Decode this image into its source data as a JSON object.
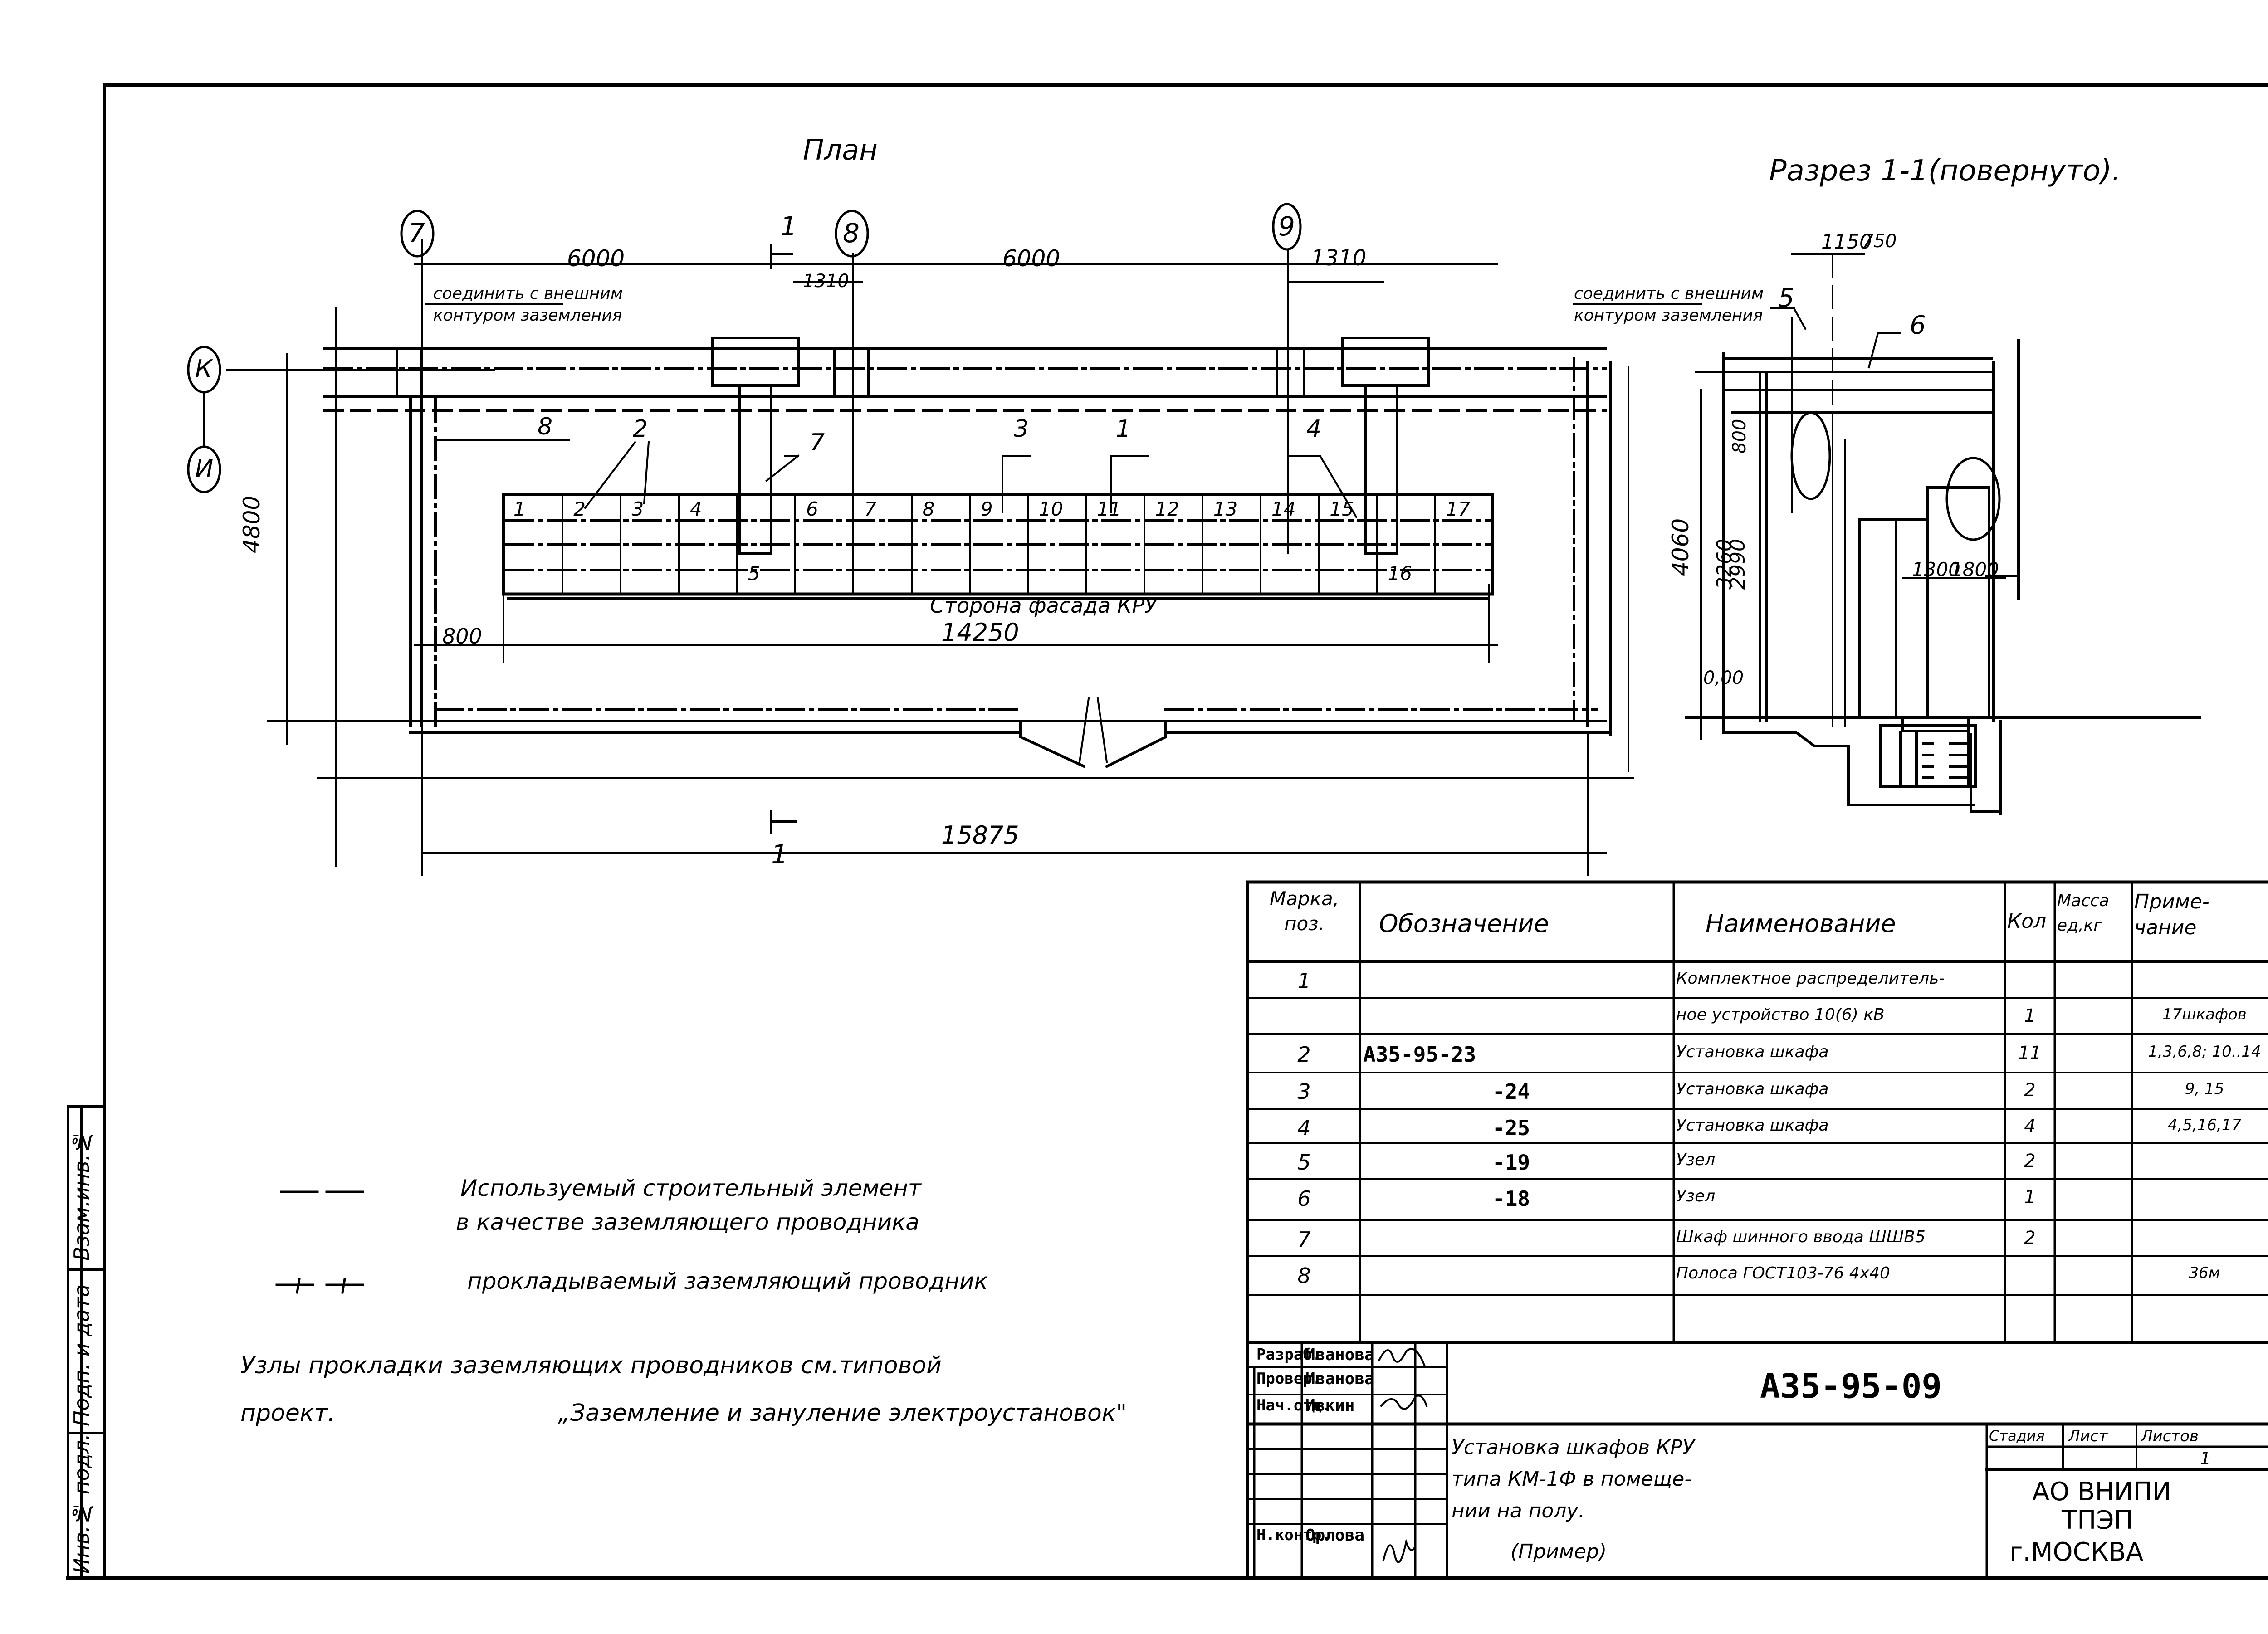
{
  "sheet": {
    "plan_title": "План",
    "section_title": "Разрез 1-1(повернуто).",
    "facade_label": "Сторона фасада КРУ",
    "connect_note_line1": "соединить с внешним",
    "connect_note_line2": "контуром заземления"
  },
  "axes": {
    "columns": [
      "7",
      "8",
      "9"
    ],
    "rows": [
      "К",
      "И"
    ],
    "section_mark": "1"
  },
  "dimensions": {
    "span_7_8": "6000",
    "span_8_9": "6000",
    "offset_left": "1310",
    "offset_right": "1310",
    "height_plan": "4800",
    "indent": "800",
    "kru_length": "14250",
    "overall_length": "15875",
    "section_top_1": "1150",
    "section_top_2": "750",
    "section_height_total": "4060",
    "section_h1": "3260",
    "section_h2": "2990",
    "section_h3": "800",
    "section_level": "0,00",
    "section_w1": "1300",
    "section_w2": "1800"
  },
  "plan_callouts": [
    "8",
    "2",
    "7",
    "3",
    "1",
    "4"
  ],
  "section_callouts": [
    "5",
    "6"
  ],
  "cabinets": [
    "1",
    "2",
    "3",
    "4",
    "5",
    "6",
    "7",
    "8",
    "9",
    "10",
    "11",
    "12",
    "13",
    "14",
    "15",
    "16",
    "17"
  ],
  "legend": {
    "item1_line1": "Используемый строительный элемент",
    "item1_line2": "в качестве заземляющего проводника",
    "item2": "прокладываемый заземляющий проводник",
    "note_line1": "Узлы прокладки заземляющих проводников см.типовой",
    "note_line2_a": "проект.",
    "note_line2_b": "„Заземление и зануление электроустановок\""
  },
  "side_stamp": [
    "Взам.инв.№",
    "Подп. и дата",
    "Инв.№ подл."
  ],
  "spec_table": {
    "headers": [
      "Марка, поз.",
      "Обозначение",
      "Наименование",
      "Кол",
      "Масса ед,кг",
      "Приме- чание"
    ],
    "rows": [
      {
        "pos": "1",
        "code": "",
        "name": "Комплектное распределитель-",
        "qty": "",
        "mass": "",
        "note": ""
      },
      {
        "pos": "",
        "code": "",
        "name": "ное устройство 10(6) кВ",
        "qty": "1",
        "mass": "",
        "note": "17шкафов"
      },
      {
        "pos": "2",
        "code": "А35-95-23",
        "name": "Установка шкафа",
        "qty": "11",
        "mass": "",
        "note": "1,3,6,8; 10..14"
      },
      {
        "pos": "3",
        "code": "-24",
        "name": "Установка шкафа",
        "qty": "2",
        "mass": "",
        "note": "9, 15"
      },
      {
        "pos": "4",
        "code": "-25",
        "name": "Установка шкафа",
        "qty": "4",
        "mass": "",
        "note": "4,5,16,17"
      },
      {
        "pos": "5",
        "code": "-19",
        "name": "Узел",
        "qty": "2",
        "mass": "",
        "note": ""
      },
      {
        "pos": "6",
        "code": "-18",
        "name": "Узел",
        "qty": "1",
        "mass": "",
        "note": ""
      },
      {
        "pos": "7",
        "code": "",
        "name": "Шкаф шинного ввода ШШВ5",
        "qty": "2",
        "mass": "",
        "note": ""
      },
      {
        "pos": "8",
        "code": "",
        "name": "Полоса ГОСТ103-76 4х40",
        "qty": "",
        "mass": "",
        "note": "36м"
      },
      {
        "pos": "",
        "code": "",
        "name": "",
        "qty": "",
        "mass": "",
        "note": ""
      }
    ]
  },
  "title_block": {
    "doc_code": "А35-95-09",
    "title_lines": [
      "Установка шкафов КРУ",
      "типа КМ-1Ф в помеще-",
      "нии на полу.",
      "(Пример)"
    ],
    "stage_label": "Стадия",
    "sheet_label": "Лист",
    "sheets_label": "Листов",
    "sheets_value": "1",
    "org_lines": [
      "АО ВНИПИ",
      "ТПЭП",
      "г.МОСКВА"
    ],
    "signers": [
      {
        "role": "Разраб.",
        "name": "Иванова"
      },
      {
        "role": "Провер.",
        "name": "Иванова"
      },
      {
        "role": "Нач.отд.",
        "name": "Ивкин"
      },
      {
        "role": "",
        "name": ""
      },
      {
        "role": "",
        "name": ""
      },
      {
        "role": "",
        "name": ""
      },
      {
        "role": "Н.контр.",
        "name": "Орлова"
      }
    ]
  }
}
